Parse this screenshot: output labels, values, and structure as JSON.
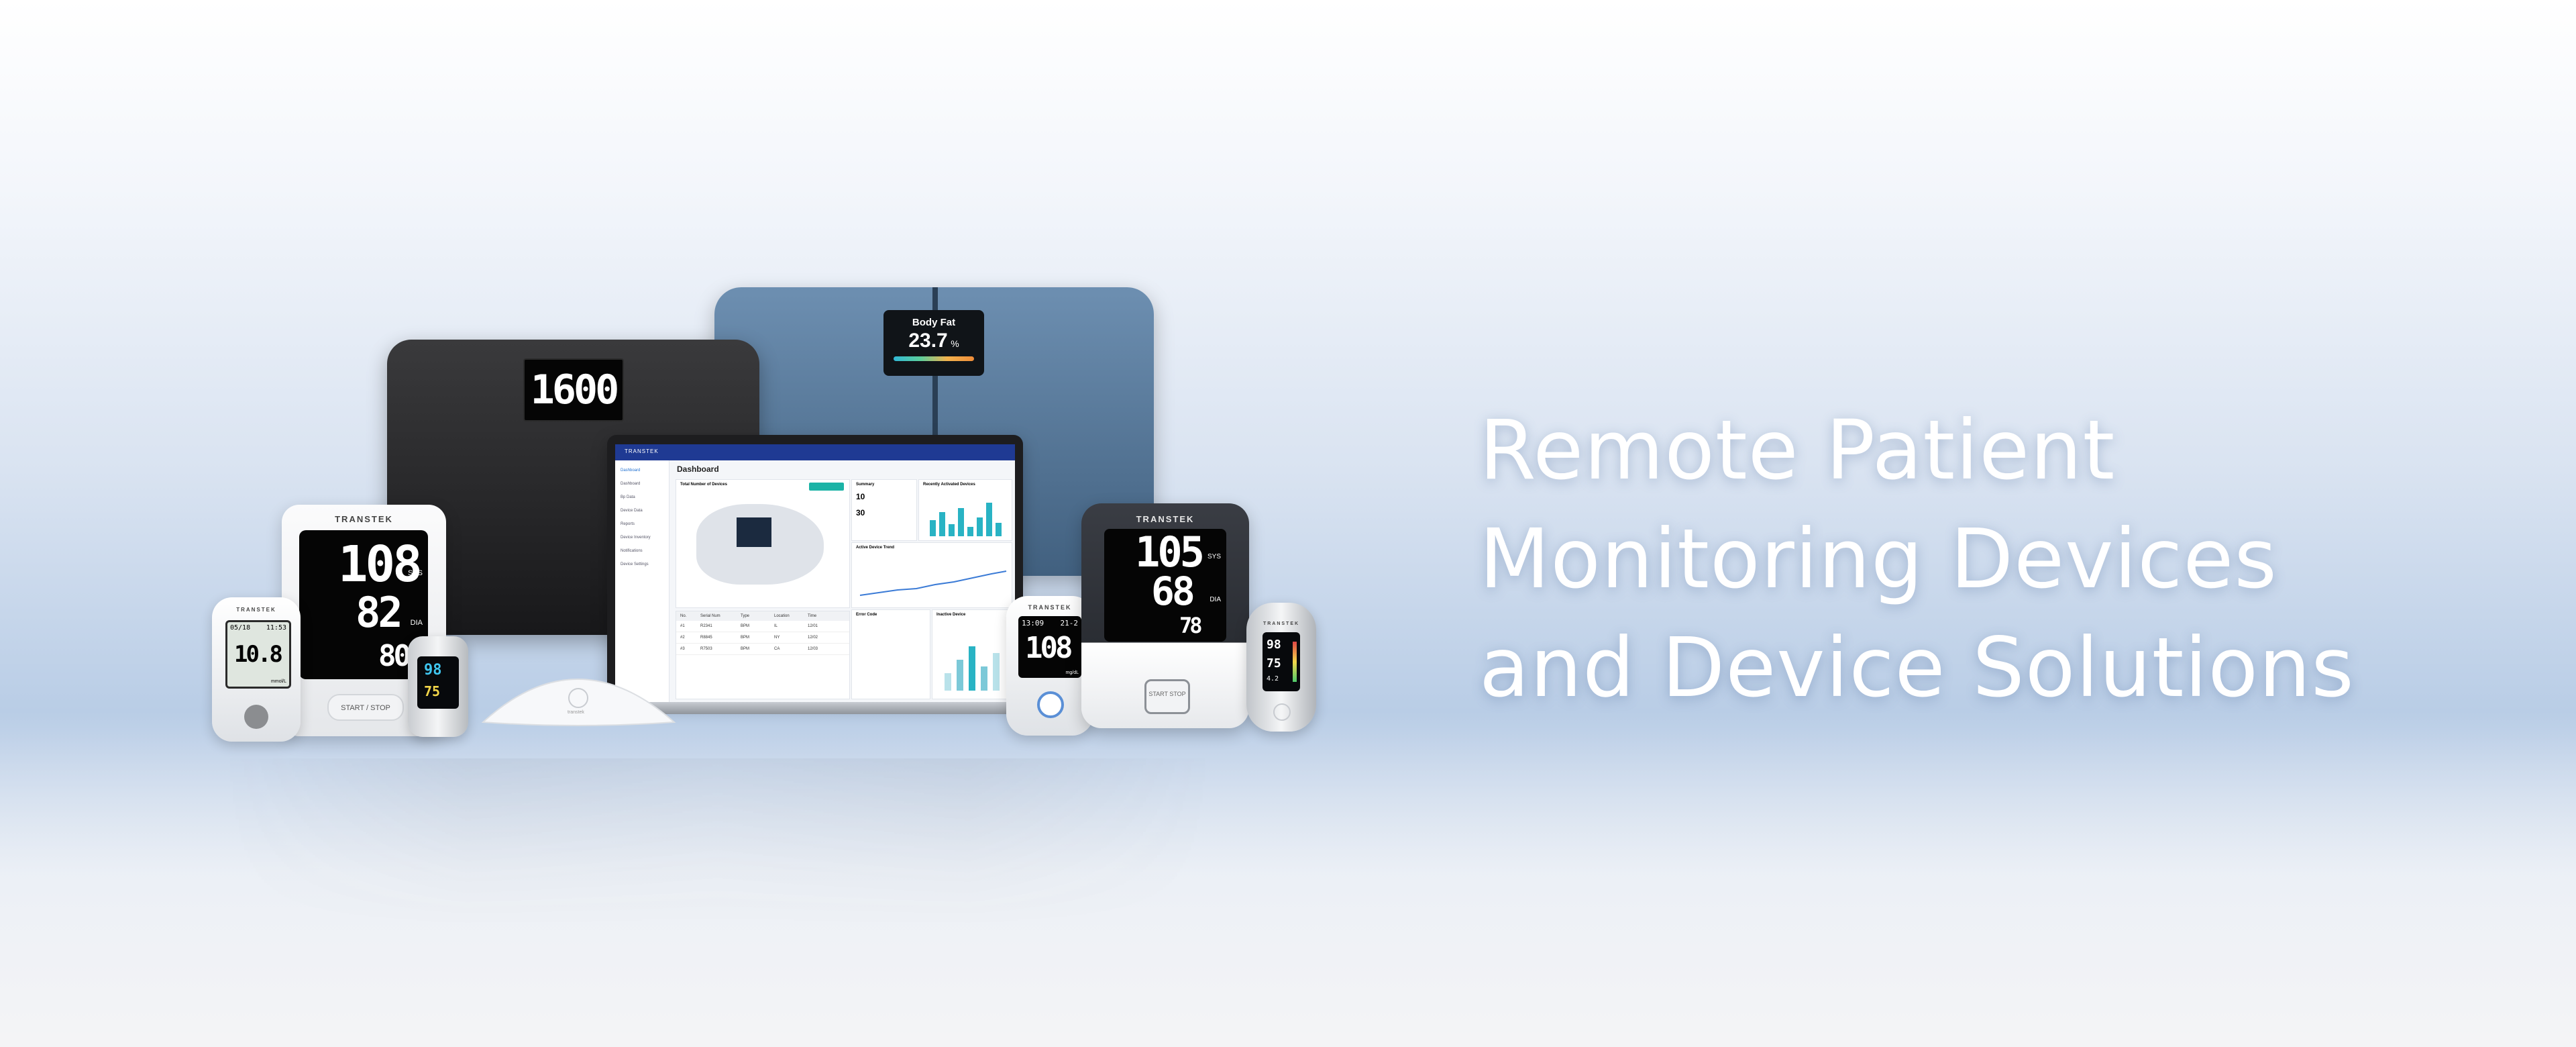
{
  "headline": {
    "lines": [
      "Remote Patient",
      "Monitoring Devices",
      "and Device Solutions"
    ]
  },
  "devices": {
    "black_scale": {
      "reading": "1600"
    },
    "blue_scale": {
      "label": "Body Fat",
      "value": "23.7",
      "unit": "%"
    },
    "bp_monitor_left": {
      "brand": "TRANSTEK",
      "sys": "108",
      "dia": "82",
      "pulse": "80",
      "sys_label": "SYS",
      "dia_label": "DIA",
      "button": "START / STOP"
    },
    "glucose_meter": {
      "brand": "TRANSTEK",
      "date": "05/18",
      "time": "11:53",
      "value": "10.8",
      "unit": "mmol/L"
    },
    "oximeter_left": {
      "spo2": "98",
      "pr": "75"
    },
    "laptop": {
      "brand": "TRANSTEK",
      "page_title": "Dashboard",
      "panel_devices": "Total Number of Devices",
      "panel_summary": "Summary",
      "summary_values": [
        "10",
        "30"
      ],
      "panel_recent": "Recently Activated Devices",
      "panel_trend": "Active Device Trend",
      "panel_error": "Error Code",
      "panel_inactive": "Inactive Device",
      "table_header": [
        "No.",
        "Serial Num",
        "Type",
        "Location",
        "Time"
      ],
      "table_rows": [
        [
          "#1",
          "R2341",
          "BPM",
          "IL",
          "12/01"
        ],
        [
          "#2",
          "R8845",
          "BPM",
          "NY",
          "12/02"
        ],
        [
          "#3",
          "R7503",
          "BPM",
          "CA",
          "12/03"
        ]
      ],
      "sidebar_items": [
        "Dashboard",
        "Dashboard",
        "Bp Data",
        "Device Data",
        "Reports",
        "Device Inventory",
        "Notifications",
        "Device Settings"
      ]
    },
    "glucose_meter_right": {
      "brand": "TRANSTEK",
      "time": "13:09",
      "date": "21-2",
      "value": "108",
      "unit": "mg/dL"
    },
    "bp_monitor_right": {
      "brand": "TRANSTEK",
      "sys": "105",
      "dia": "68",
      "pulse": "78",
      "sys_label": "SYS",
      "dia_label": "DIA",
      "button": "START STOP"
    },
    "oximeter_right": {
      "brand": "TRANSTEK",
      "spo2": "98",
      "pr": "75",
      "pi": "4.2"
    },
    "hub": {
      "brand": "transtek"
    }
  }
}
